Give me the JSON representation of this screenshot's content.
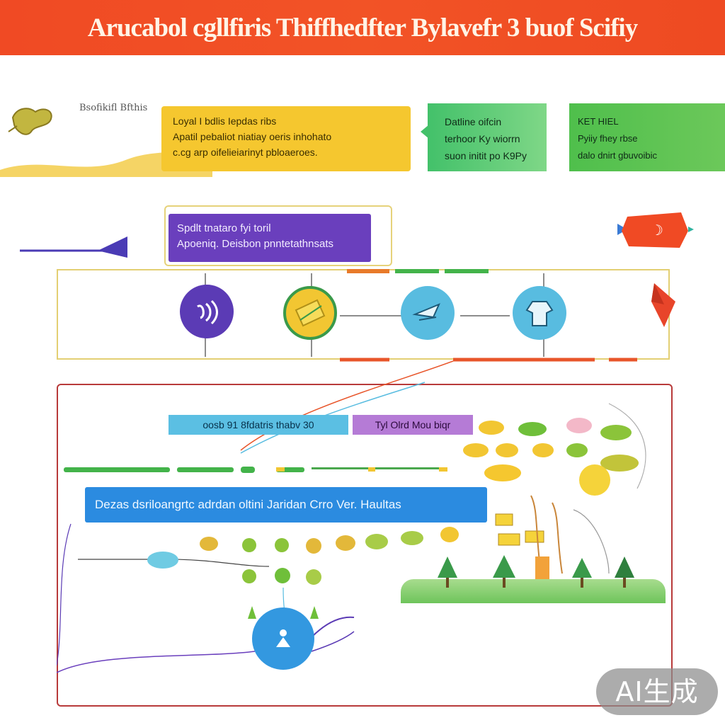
{
  "header": {
    "title": "Arucabol cgllfiris  Thiffhedfter Bylavefr 3 buof Scifiy"
  },
  "top_row": {
    "sketch_text": "Bsofikifl Bfthis",
    "yellow_callout": {
      "line1": "Loyal I bdlis Iepdas ribs",
      "line2": "Apatil pebaliot niatiay oeris inhohato",
      "line3": "c.cg arp oifelieiarinyt pbloaeroes."
    },
    "green_callout_1": {
      "line1": "Datline oifcin",
      "line2": "terhoor Ky wiorrn",
      "line3": "suon initit po K9Py"
    },
    "green_callout_2": {
      "line1": "KET HIEL",
      "line2": "Pyiiy fhey rbse",
      "line3": "dalo dnirt gbuvoibic"
    }
  },
  "middle": {
    "purple_label": {
      "line1": "Spdlt tnataro fyi toril",
      "line2": "Apoeniq. Deisbon pnntetathnsats"
    },
    "nodes": [
      {
        "icon": "sound-icon",
        "color": "#5b3bb5"
      },
      {
        "icon": "note-icon",
        "color": "#f2c632"
      },
      {
        "icon": "plane-icon",
        "color": "#58bce0"
      },
      {
        "icon": "shirt-icon",
        "color": "#58bce0"
      }
    ]
  },
  "bottom": {
    "tag_teal": "oosb 91 8fdatris thabv 30",
    "tag_purple": "Tyl Olrd Mou biqr",
    "blue_bar": "Dezas  dsriloangrtc adrdan oltini Jaridan Crro  Ver. Haultas",
    "colors": {
      "accent_red": "#f04a24",
      "accent_blue": "#2b8be0",
      "accent_green": "#4fbf4c"
    }
  },
  "watermark": "AI生成"
}
